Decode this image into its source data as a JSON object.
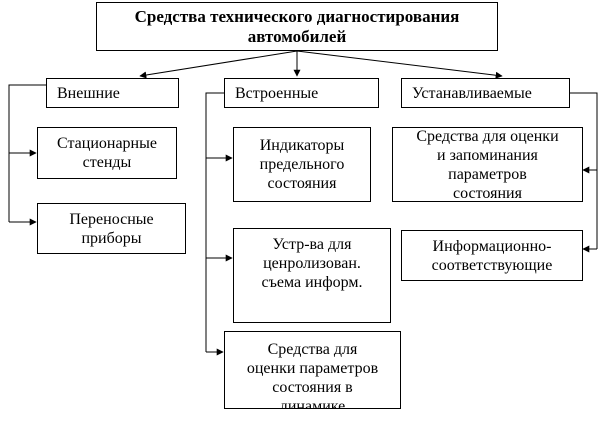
{
  "title": "Средства технического диагностирования\nавтомобилей",
  "categories": {
    "external": "Внешние",
    "builtin": "Встроенные",
    "installed": "Устанавливаемые"
  },
  "external_items": [
    "Стационарные\nстенды",
    "Переносные\nприборы"
  ],
  "builtin_items": [
    "Индикаторы\nпредельного\nсостояния",
    "Устр-ва для\nценролизован.\nсъема информ.",
    "Средства для\nоценки параметров\nсостояния в\nдинамике"
  ],
  "installed_items": [
    "Средства для оценки\nи запоминания\nпараметров\nсостояния",
    "Информационно-\nсоответствующие"
  ]
}
